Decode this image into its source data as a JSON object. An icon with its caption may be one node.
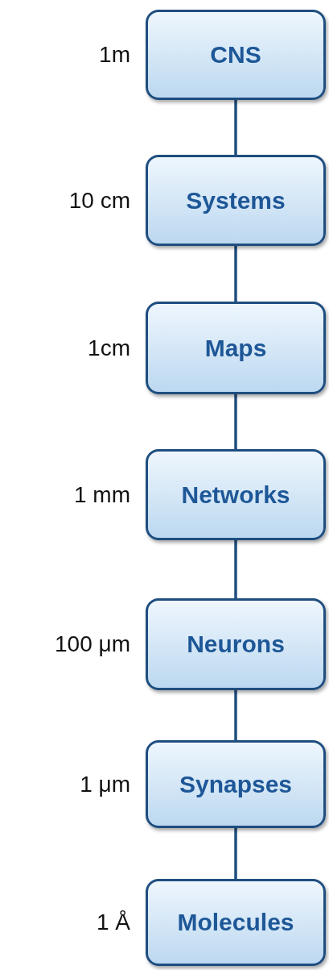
{
  "diagram": {
    "nodes": [
      {
        "text": [
          "CNS"
        ],
        "beside": [
          "1m"
        ]
      },
      {
        "text": [
          "Systems"
        ],
        "beside": [
          "10 cm"
        ]
      },
      {
        "text": [
          "Maps"
        ],
        "beside": [
          "1cm"
        ]
      },
      {
        "text": [
          "Networks"
        ],
        "beside": [
          "1 mm"
        ]
      },
      {
        "text": [
          "Neurons"
        ],
        "beside": [
          "100 μm"
        ]
      },
      {
        "text": [
          "Synapses"
        ],
        "beside": [
          "1 μm"
        ]
      },
      {
        "text": [
          "Molecules"
        ],
        "beside": [
          "1 Å"
        ]
      }
    ],
    "edges": [
      {
        "from": 0,
        "to": 1,
        "arrow": "none"
      },
      {
        "from": 1,
        "to": 2,
        "arrow": "none"
      },
      {
        "from": 2,
        "to": 3,
        "arrow": "none"
      },
      {
        "from": 3,
        "to": 4,
        "arrow": "none"
      },
      {
        "from": 4,
        "to": 5,
        "arrow": "none"
      },
      {
        "from": 5,
        "to": 6,
        "arrow": "none"
      }
    ]
  }
}
